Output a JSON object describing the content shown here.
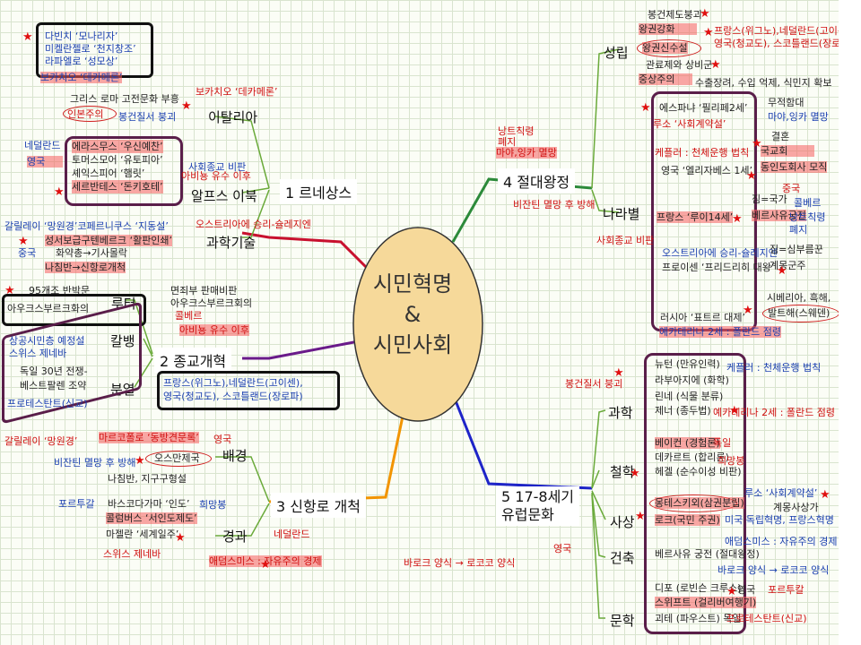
{
  "center": {
    "line1": "시민혁명",
    "line2": "&",
    "line3": "시민사회"
  },
  "branches": {
    "renaissance": "1 르네상스",
    "reformation": "2 종교개혁",
    "routes": "3 신항로 개척",
    "absolutism": "4 절대왕정",
    "culture_l1": "5 17-8세기",
    "culture_l2": "유럽문화"
  },
  "categories": {
    "italy": "이탈리아",
    "alps": "알프스 이북",
    "tech": "과학기술",
    "luther": "루터",
    "calvin": "칼뱅",
    "division": "분열",
    "background": "배경",
    "course": "경과",
    "growth": "성립",
    "countries": "나라별",
    "science": "과학",
    "philosophy": "철학",
    "thought": "사상",
    "architecture": "건축",
    "literature": "문학"
  },
  "renaissance": {
    "box1": [
      "다빈치 ‘모나리자’",
      "미켈란젤로 ‘천지창조’",
      "라파엘로 ‘성모상’"
    ],
    "boccaccio": "보카치오 ‘데카메론’",
    "boccaccio2": "보카치오 ‘데카메론’",
    "greekroman": "그리스 로마 고전문화 부흥",
    "humanism": "인본주의",
    "feudal": "봉건질서 붕괴",
    "netherlands": "네덜란드",
    "england": "영국",
    "alps_items": [
      "에라스무스 ‘우신예찬’",
      "토머스모어 ‘유토피아’",
      "셰익스피어 ‘햄릿’",
      "세르반테스 ‘돈키호테’"
    ],
    "social_critique": "사회종교 비판",
    "arab_inflow": "아비뇽 유수 이후",
    "austria": "오스트리아에 승리-슐레지엔",
    "galileo": "갈릴레이 ‘망원경’코페르니쿠스 ‘지동설’",
    "bible": "성서보급구텐베르크 ‘활판인쇄’",
    "china": "중국",
    "gunpowder": "화약총→기사몰락",
    "compass": "나침반→신항로개척"
  },
  "reformation": {
    "theses": "95개조 반박문",
    "indulgence": "면죄부 판매비판",
    "augsburg1": "아우크스부르크화의",
    "augsburg2": "아우크스부르크회의",
    "kolbert": "콜베르",
    "avignon": "아비뇽 유수 이후",
    "citizens": "상공시민층 예정설",
    "swiss": "스위스 제네바",
    "war30": "독일 30년 전쟁-",
    "westphalia": "베스트팔렌 조약",
    "protestant": "프로테스탄트(신교)",
    "box2": [
      "프랑스(위그노),네덜란드(고이센),",
      "영국(청교도), 스코틀랜드(장로파)"
    ]
  },
  "routes": {
    "galileo2": "갈릴레이 ‘망원경’",
    "marco": "마르코폴로 ‘동방견문록’",
    "england2": "영국",
    "byzantine": "비잔틴 멸망 후 방해",
    "ottoman": "오스만제국",
    "compass2": "나침반, 지구구형설",
    "portugal": "포르투갈",
    "dagama": "바스코다가마 ‘인도’",
    "hope": "희망봉",
    "columbus": "콜럼버스 ‘서인도제도’",
    "magellan": "마젤란 ‘세계일주’",
    "spain": "스위스 제네바",
    "netherlands2": "네덜란드",
    "smith": "애덤스미스 : 자유주의 경제"
  },
  "absolutism": {
    "feudal_system": "봉건제도붕괴",
    "kingpower": "왕권강화",
    "divine": "왕권신수설",
    "bureau": "관료제와 상비군",
    "mercantile": "중상주의",
    "mercantile_desc": "수출장려, 수입 억제, 식민지 확보",
    "france_etc": "프랑스(위그노),네덜란드(고이센),",
    "uk_etc": "영국(청교도), 스코틀랜드(장로파)",
    "philip": "에스파냐 ‘필리페2세’",
    "rousseau": "루소 ‘사회계약설’",
    "armada": "무적함대",
    "maya": "마야,잉카 멸망",
    "knight": "낭트칙령",
    "abolish": "폐지",
    "maya2": "마야,잉카 멸망",
    "byzantine2": "비잔틴 멸망 후 방해",
    "kepler": "케플러 : 천체운행 법칙",
    "marriage": "결혼",
    "national_church": "국교회",
    "india": "동인도회사 모직",
    "elizabeth": "영국 ‘엘리자베스 1세’",
    "china2": "중국",
    "jim": "짐=국가",
    "colbert": "콜베르",
    "louis": "프랑스 ‘루이14세’",
    "versailles": "베르사유궁전",
    "nantes": "낭트칙령",
    "nantes2": "폐지",
    "social2": "사회종교 비판",
    "austria2": "오스트리아에 승리-슐레지엔",
    "frederick": "프로이센 ‘프리드리히 대왕’",
    "servant": "짐=심부름꾼",
    "enlightened": "계몽군주",
    "siberia": "시베리아, 흑해,",
    "baltic": "발트해(스웨덴)",
    "peter": "러시아 ‘표트르 대제’",
    "catherine": "예카테리나 2세 : 폴란드 점령"
  },
  "culture": {
    "feudal2": "봉건질서 붕괴",
    "newton": "뉴턴 (만유인력)",
    "kepler2": "케플러 : 천체운행 법칙",
    "lavoisier": "라부아지에 (화학)",
    "linne": "린네 (식물 분류)",
    "jenner": "제너 (종두법)",
    "catherine2": "예카테리나 2세 : 폴란드 점령",
    "bacon": "베이컨 (경험론)",
    "germany": "독일",
    "descartes": "데카르트 (합리론)",
    "hope2": "희망봉",
    "hegel": "헤겔 (순수이성 비판)",
    "rousseau2": "루소 ‘사회계약설’",
    "montesquieu": "몽테스키외(삼권분립)",
    "enlight": "계몽사상가",
    "locke": "로크(국민 주권)",
    "revolution": "미국 독립혁명, 프랑스혁명",
    "smith2": "애덤스미스 : 자유주의 경제",
    "versailles2": "베르사유 궁전 (절대왕정)",
    "baroque": "바로크 양식 → 로코코 양식",
    "baroque2": "바로크 양식 → 로코코 양식",
    "england3": "영국",
    "defoe": "디포 (로빈슨 크루소)",
    "england4": "영국",
    "portugal2": "포르투칼",
    "swift": "스위프트 (걸리버여행기)",
    "goethe": "괴테 (파우스트) 독일",
    "protestant2": "프로테스탄트(신교)"
  }
}
